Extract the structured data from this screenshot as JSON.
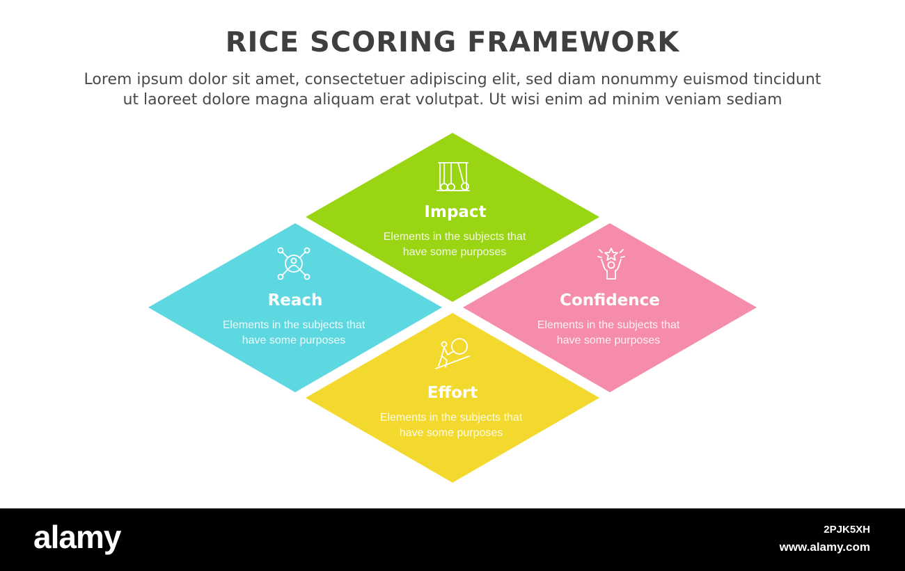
{
  "header": {
    "title": "RICE SCORING FRAMEWORK",
    "subtitle_line1": "Lorem ipsum dolor sit amet, consectetuer adipiscing elit, sed diam nonummy euismod tincidunt",
    "subtitle_line2": "ut laoreet dolore magna aliquam erat volutpat. Ut wisi enim ad minim veniam sediam"
  },
  "nodes": {
    "impact": {
      "label": "Impact",
      "desc_line1": "Elements in the subjects that",
      "desc_line2": "have some purposes",
      "color": "#9ad513",
      "icon": "newtons-cradle-icon"
    },
    "reach": {
      "label": "Reach",
      "desc_line1": "Elements in the subjects that",
      "desc_line2": "have  some purposes",
      "color": "#5ed8e0",
      "icon": "network-user-icon"
    },
    "confidence": {
      "label": "Confidence",
      "desc_line1": "Elements in the subjects that",
      "desc_line2": "have  some purposes",
      "color": "#f58daa",
      "icon": "person-star-icon"
    },
    "effort": {
      "label": "Effort",
      "desc_line1": "Elements in the subjects that",
      "desc_line2": "have  some purposes",
      "color": "#f3d92d",
      "icon": "push-boulder-icon"
    }
  },
  "footer": {
    "brand": "alamy",
    "image_id": "2PJK5XH",
    "site": "www.alamy.com"
  }
}
